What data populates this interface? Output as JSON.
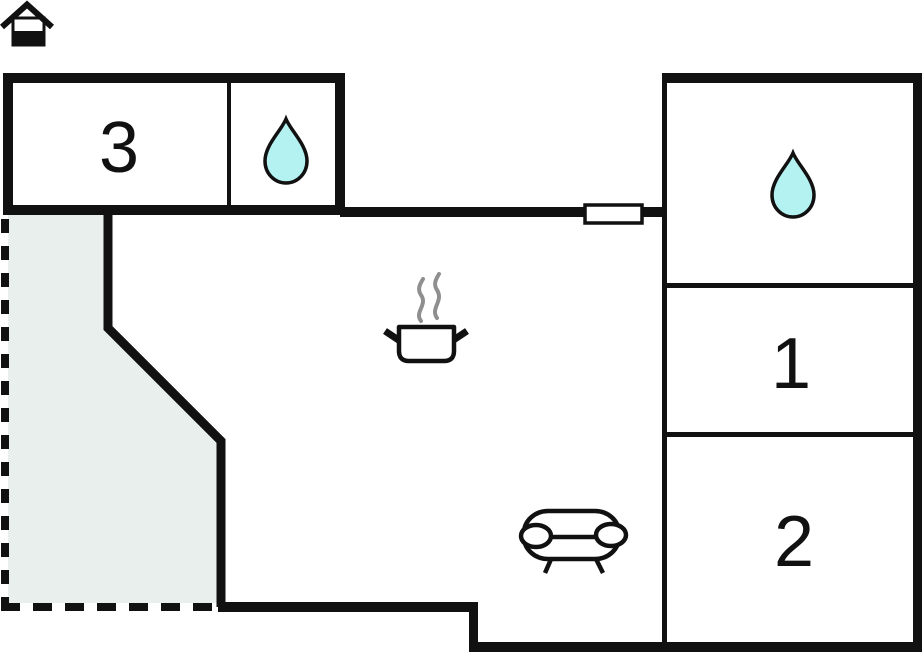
{
  "colors": {
    "wall": "#111111",
    "text": "#111111",
    "room_fill": "#ffffff",
    "window_fill": "#ffffff",
    "terrace_fill": "#e8efed",
    "water_drop_fill": "#b4f1f1",
    "steam_gray": "#8f8f8f"
  },
  "rooms": [
    {
      "id": "bedroom-3",
      "label": "3"
    },
    {
      "id": "bedroom-1",
      "label": "1"
    },
    {
      "id": "bedroom-2",
      "label": "2"
    }
  ],
  "icons": {
    "logo": "house-icon",
    "bathroom_top": "water-drop-icon",
    "bathroom_right": "water-drop-icon",
    "kitchen": "cooking-pot-with-steam-icon",
    "living_room": "sofa-icon",
    "window": "window-symbol",
    "terrace": "dashed-outline-terrace"
  }
}
